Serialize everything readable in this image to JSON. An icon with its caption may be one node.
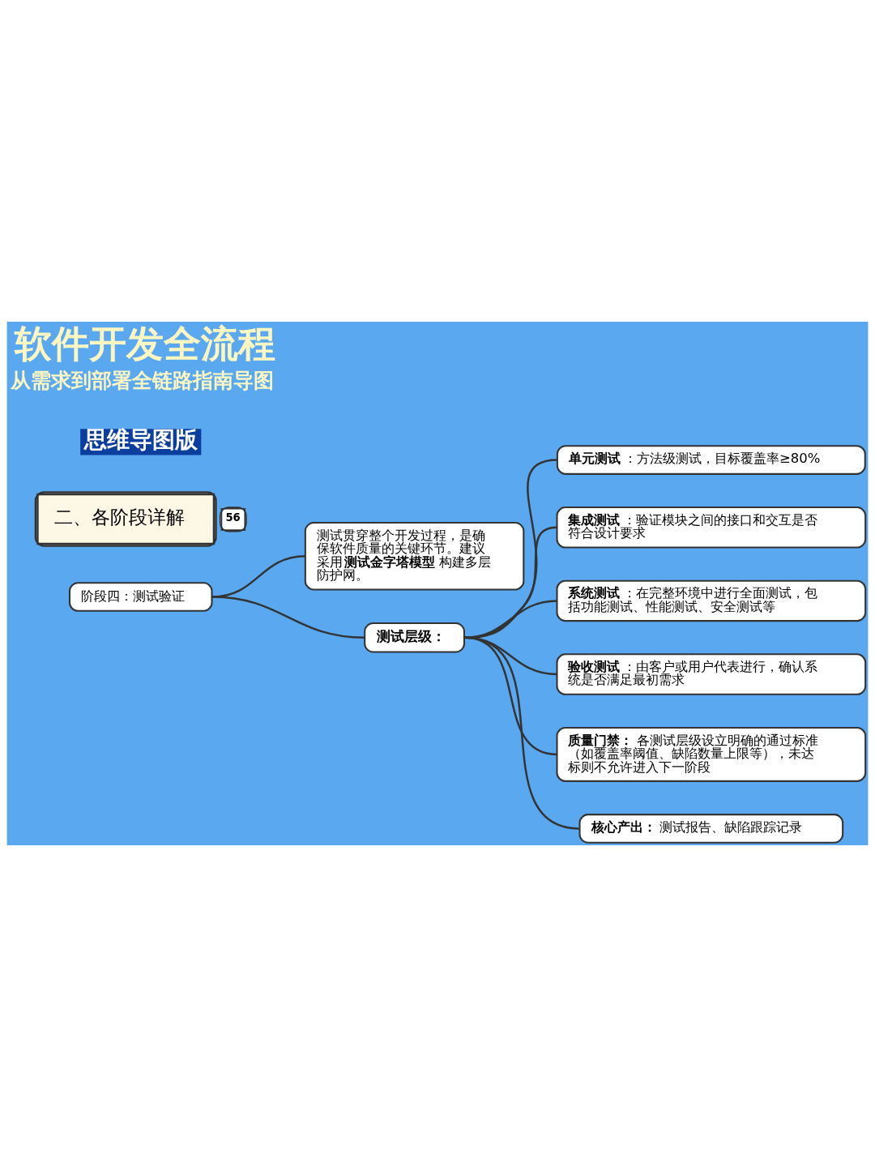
{
  "diagram": {
    "title": "软件开发全流程",
    "nodes": [
      {
        "text": [
          "二、各阶段详解"
        ],
        "beside": [
          "56"
        ]
      },
      {
        "text": [
          "阶段四：测试验证"
        ]
      },
      {
        "text": [
          "测试贯穿整个开发过程，是确保软件质量的关键环节。建议采用**测试金字塔模型**构建多层防护网。"
        ]
      },
      {
        "text": [
          "测试层级："
        ]
      },
      {
        "text": [
          "**单元测试**：方法级测试，目标覆盖率≥80%"
        ]
      },
      {
        "text": [
          "**集成测试**：验证模块之间的接口和交互是否符合设计要求"
        ]
      },
      {
        "text": [
          "**系统测试**：在完整环境中进行全面测试，包括功能测试、性能测试、安全测试等"
        ]
      },
      {
        "text": [
          "**验收测试**：由客户或用户代表进行，确认系统是否满足最初需求"
        ]
      },
      {
        "text": [
          "**质量门禁：**各测试层级设立明确的通过标准（如覆盖率阈值、缺陷数量上限等），未达标则不允许进入下一阶段"
        ]
      },
      {
        "text": [
          "**核心产出：**测试报告、缺陷跟踪记录"
        ]
      }
    ],
    "edges": [
      {
        "from": 1,
        "to": 2,
        "arrow": "none"
      },
      {
        "from": 1,
        "to": 3,
        "arrow": "none"
      },
      {
        "from": 3,
        "to": 4,
        "arrow": "none"
      },
      {
        "from": 3,
        "to": 5,
        "arrow": "none"
      },
      {
        "from": 3,
        "to": 6,
        "arrow": "none"
      },
      {
        "from": 3,
        "to": 7,
        "arrow": "none"
      },
      {
        "from": 3,
        "to": 8,
        "arrow": "none"
      },
      {
        "from": 3,
        "to": 9,
        "arrow": "none"
      }
    ],
    "labels": [
      "从需求到部署全链路指南导图",
      "思维导图版"
    ]
  }
}
